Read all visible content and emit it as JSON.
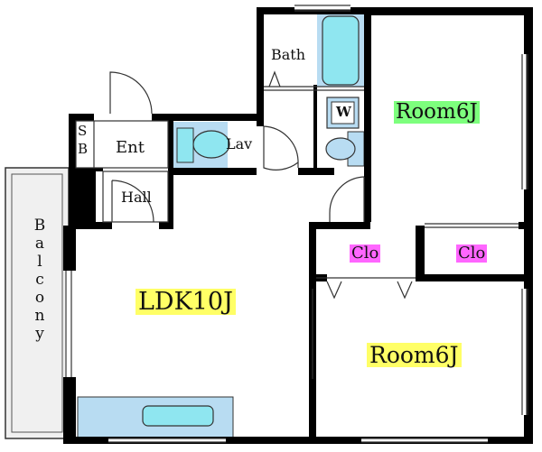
{
  "rooms": {
    "bath": "Bath",
    "room_upper": "Room6J",
    "washer": "W",
    "sb_top": "S",
    "sb_bottom": "B",
    "entrance": "Ent",
    "lavatory": "Lav",
    "hall": "Hall",
    "ldk": "LDK10J",
    "closet_left": "Clo",
    "closet_right": "Clo",
    "room_lower": "Room6J"
  },
  "balcony": [
    "B",
    "a",
    "l",
    "c",
    "o",
    "n",
    "y"
  ],
  "colors": {
    "wall": "#000000",
    "fixture": "#b8dcf2",
    "fixture_inner": "#8fe6f0",
    "balcony_fill": "#f0f0f0",
    "highlight_green": "#7dff7d",
    "highlight_yellow": "#ffff66",
    "highlight_pink": "#ff66ff"
  }
}
